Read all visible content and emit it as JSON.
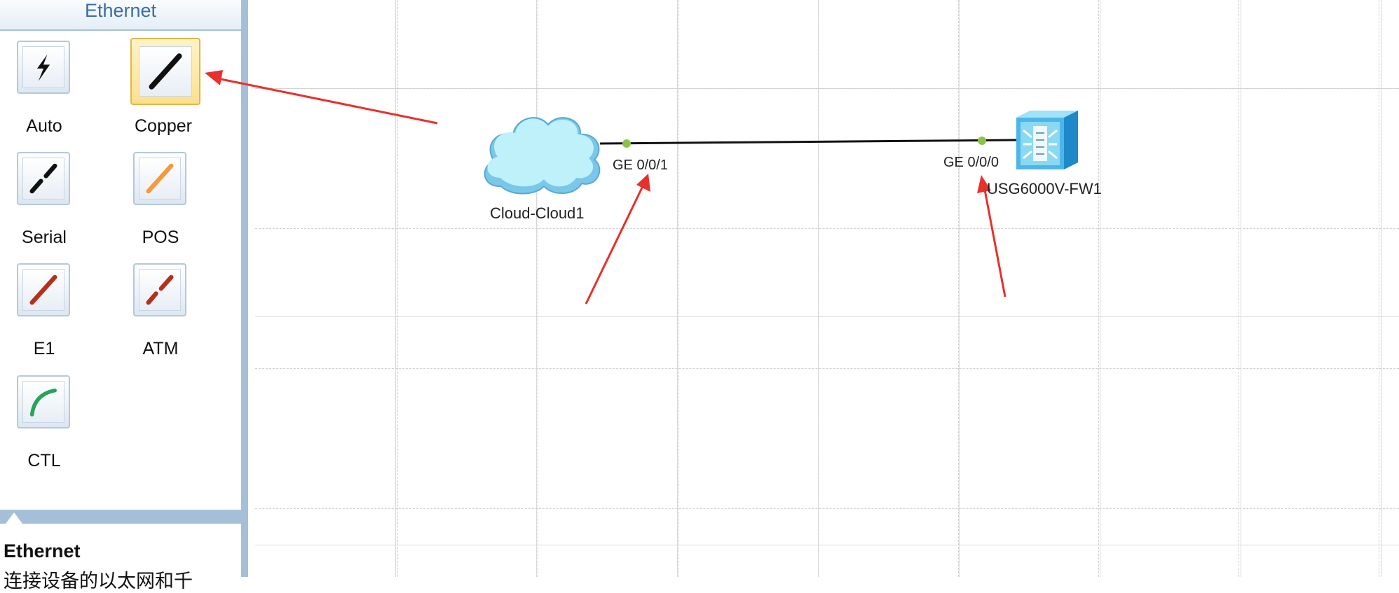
{
  "sidebar": {
    "header": "Ethernet",
    "cables": [
      {
        "label": "Auto",
        "icon": "auto-cable-icon"
      },
      {
        "label": "Copper",
        "icon": "copper-cable-icon",
        "selected": true
      },
      {
        "label": "Serial",
        "icon": "serial-cable-icon"
      },
      {
        "label": "POS",
        "icon": "pos-cable-icon"
      },
      {
        "label": "E1",
        "icon": "e1-cable-icon"
      },
      {
        "label": "ATM",
        "icon": "atm-cable-icon"
      },
      {
        "label": "CTL",
        "icon": "ctl-cable-icon"
      }
    ],
    "description_title": "Ethernet",
    "description_text": "连接设备的以太网和千"
  },
  "topology": {
    "devices": [
      {
        "name": "Cloud-Cloud1",
        "icon": "cloud-icon"
      },
      {
        "name": "USG6000V-FW1",
        "icon": "firewall-icon"
      }
    ],
    "link": {
      "port_a": "GE 0/0/1",
      "port_b": "GE 0/0/0",
      "status_color": "#8bc34a"
    }
  },
  "colors": {
    "annotation_arrow": "#e8302c",
    "sidebar_border": "#a6bfd8",
    "selected_tile": "#fde08d"
  }
}
